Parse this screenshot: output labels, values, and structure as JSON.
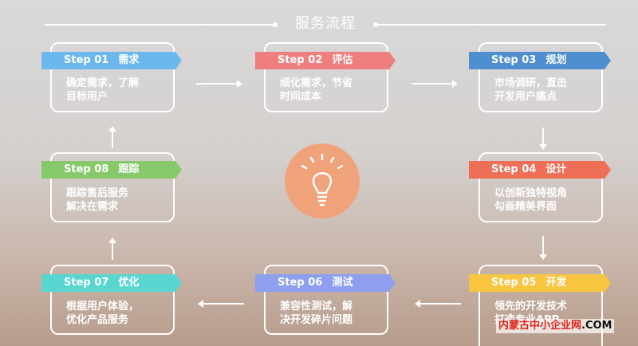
{
  "title": "服务流程",
  "colors": {
    "step01": "#6cb8ee",
    "step02": "#ef7e7e",
    "step03": "#4f8fd0",
    "step04": "#ee6f55",
    "step05": "#f7c540",
    "step06": "#8e9ff0",
    "step07": "#5ad6d0",
    "step08": "#87c96a",
    "bulb": "#f0a27a"
  },
  "steps": [
    {
      "step": "Step 01",
      "label": "需求",
      "line1": "确定需求，了解",
      "line2": "目标用户"
    },
    {
      "step": "Step 02",
      "label": "评估",
      "line1": "细化需求，节省",
      "line2": "时间成本"
    },
    {
      "step": "Step 03",
      "label": "规划",
      "line1": "市场调研，直击",
      "line2": "开发用户痛点"
    },
    {
      "step": "Step 04",
      "label": "设计",
      "line1": "以创新独特视角",
      "line2": "勾画精美界面"
    },
    {
      "step": "Step 05",
      "label": "开发",
      "line1": "领先的开发技术",
      "line2": "打造专业APP"
    },
    {
      "step": "Step 06",
      "label": "测试",
      "line1": "兼容性测试，解",
      "line2": "决开发碎片问题"
    },
    {
      "step": "Step 07",
      "label": "优化",
      "line1": "根据用户体验，",
      "line2": "优化产品服务"
    },
    {
      "step": "Step 08",
      "label": "跟踪",
      "line1": "跟踪售后服务",
      "line2": "解决在需求"
    }
  ],
  "icons": {
    "center": "lightbulb-icon"
  },
  "watermark": {
    "text": "内蒙古中小企业网",
    "domain": ".COM"
  }
}
